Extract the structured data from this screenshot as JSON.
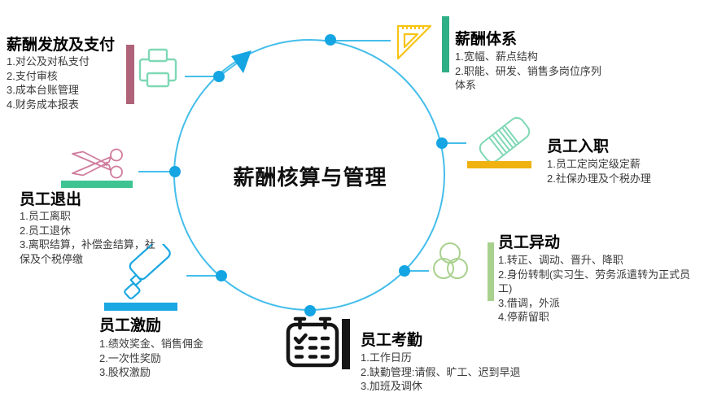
{
  "diagram": {
    "center_title": "薪酬核算与管理",
    "nodes": [
      {
        "id": "salary-payment",
        "title": "薪酬发放及支付",
        "icon": "printer-icon",
        "accent": "#AF6378",
        "items": [
          "1.对公及对私支付",
          "2.支付审核",
          "3.成本台账管理",
          "4.财务成本报表"
        ]
      },
      {
        "id": "salary-system",
        "title": "薪酬体系",
        "icon": "set-square-icon",
        "accent": "#2FAF85",
        "items": [
          "1.宽幅、薪点结构",
          "2.职能、研发、销售多岗位序列体系"
        ]
      },
      {
        "id": "employee-onboarding",
        "title": "员工入职",
        "icon": "eraser-icon",
        "accent": "#EFB211",
        "items": [
          "1.员工定岗定级定薪",
          "2.社保办理及个税办理"
        ]
      },
      {
        "id": "employee-transfer",
        "title": "员工异动",
        "icon": "venn-diagram-icon",
        "accent": "#A9D18E",
        "items": [
          "1.转正、调动、晋升、降职",
          "2.身份转制(实习生、劳务派遣转为正式员工)",
          "3.借调，外派",
          "4.停薪留职"
        ]
      },
      {
        "id": "employee-attendance",
        "title": "员工考勤",
        "icon": "calendar-icon",
        "accent": "#151515",
        "items": [
          "1.工作日历",
          "2.缺勤管理:请假、旷工、迟到早退",
          "3.加班及调休"
        ]
      },
      {
        "id": "employee-incentive",
        "title": "员工激励",
        "icon": "paint-roller-icon",
        "accent": "#1BA7E2",
        "items": [
          "1.绩效奖金、销售佣金",
          "2.一次性奖励",
          "3.股权激励"
        ]
      },
      {
        "id": "employee-exit",
        "title": "员工退出",
        "icon": "scissors-icon",
        "accent": "#3EC492",
        "items": [
          "1.员工离职",
          "2.员工退休",
          "3.离职结算，补偿金结算，社保及个税停缴"
        ]
      }
    ],
    "colors": {
      "ring": "#45BEEB",
      "dot": "#14A5E2",
      "mint": "#7FD8B5",
      "yellow": "#F7C313",
      "light_green": "#A9D18E",
      "pink": "#D07C9C",
      "mauve": "#AF6378",
      "emerald": "#2FAF85",
      "gold": "#EFB211",
      "black": "#151515",
      "blue": "#1BA7E2",
      "green": "#3EC492"
    }
  }
}
